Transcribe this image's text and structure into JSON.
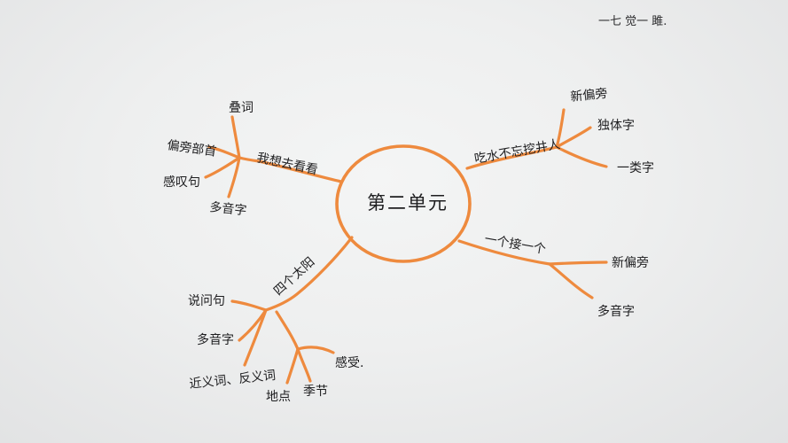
{
  "photo": {
    "subject": "hand-drawn mind map on paper",
    "ink_color": "#1d1d1f",
    "branch_color": "#ee8a3e",
    "paper_color": "#eeefef"
  },
  "corner_note": "一七 觉一 雎.",
  "center": "第二单元",
  "branches": {
    "top_left": {
      "label": "我想去看看",
      "leaves": [
        "叠词",
        "偏旁部首",
        "感叹句",
        "多音字"
      ]
    },
    "top_right": {
      "label": "吃水不忘挖井人",
      "leaves": [
        "新偏旁",
        "独体字",
        "一类字"
      ]
    },
    "right": {
      "label": "一个接一个",
      "leaves": [
        "新偏旁",
        "多音字"
      ]
    },
    "bottom_left": {
      "label": "四个太阳",
      "leaves": [
        "说问句",
        "多音字",
        "近义词、反义词",
        "地点",
        "季节",
        "感受."
      ]
    }
  }
}
